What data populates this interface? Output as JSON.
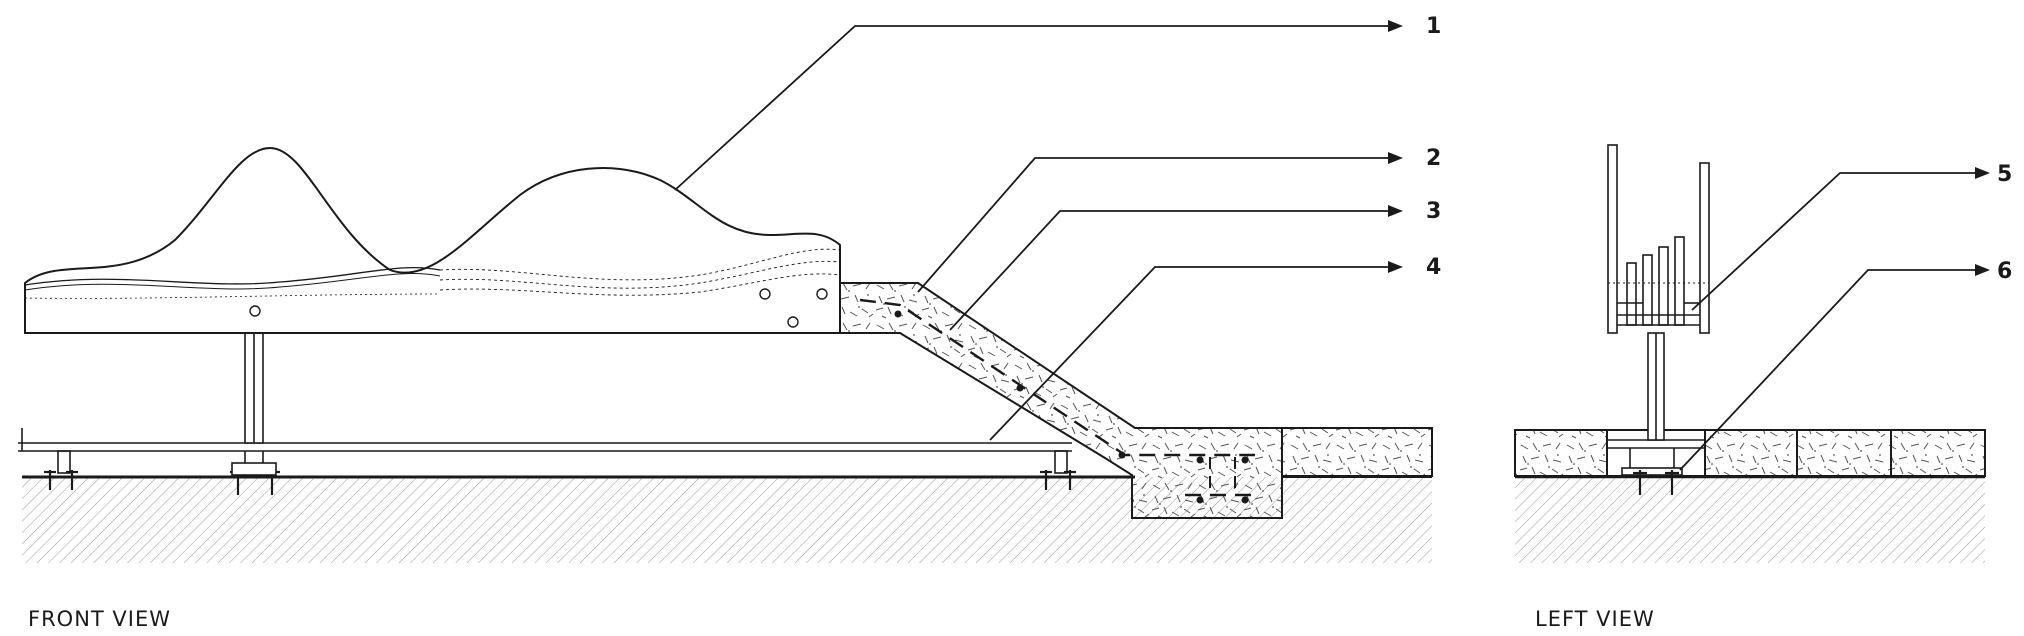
{
  "views": {
    "front": "FRONT VIEW",
    "left": "LEFT VIEW"
  },
  "callouts": [
    "1",
    "2",
    "3",
    "4",
    "5",
    "6"
  ],
  "colors": {
    "line": "#1a1a1a",
    "hatch": "#9a9a9a",
    "background": "#ffffff"
  }
}
